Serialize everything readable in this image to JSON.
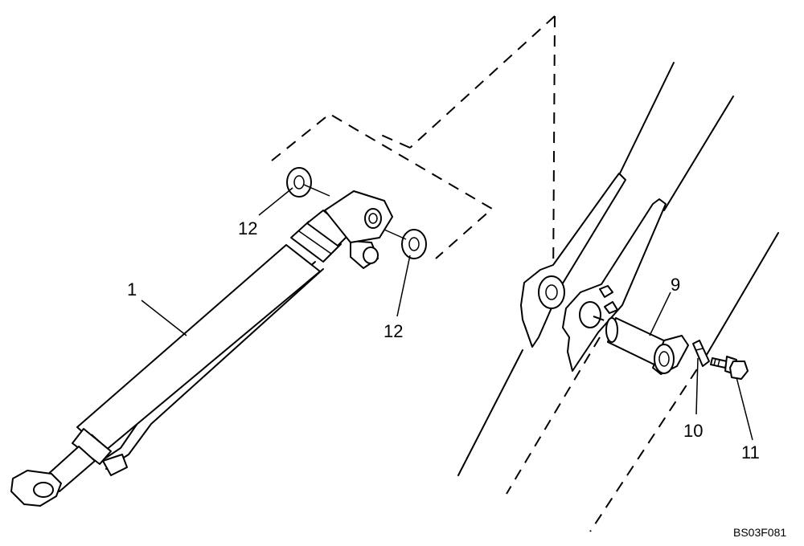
{
  "callouts": {
    "cylinder": "1",
    "washer_upper": "12",
    "washer_lower": "12",
    "pin": "9",
    "lock_plate": "10",
    "bolt": "11"
  },
  "drawing_code": "BS03F081"
}
